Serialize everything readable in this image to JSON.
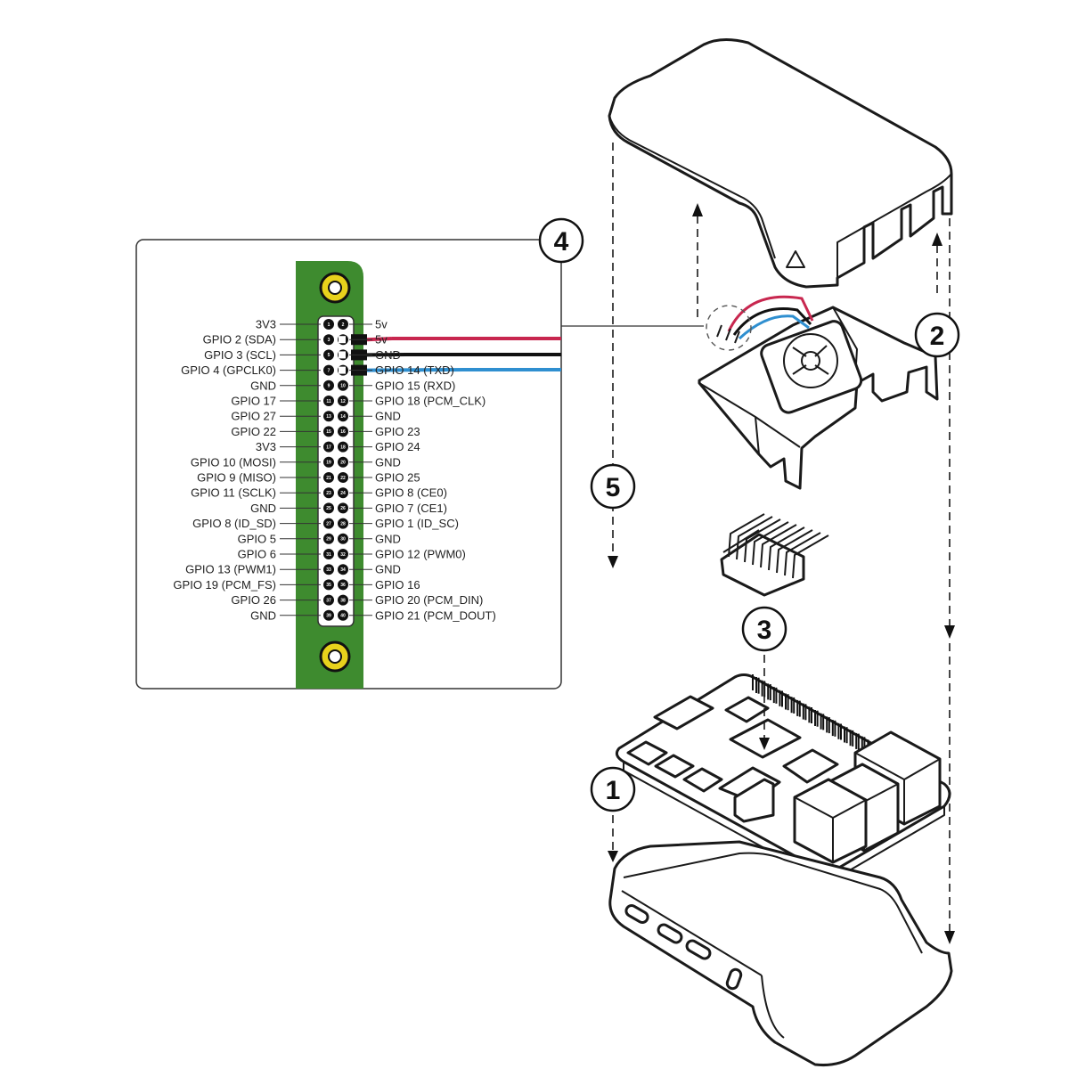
{
  "callouts": [
    "1",
    "2",
    "3",
    "4",
    "5"
  ],
  "gpio": {
    "left_labels": [
      "3V3",
      "GPIO 2 (SDA)",
      "GPIO 3 (SCL)",
      "GPIO 4 (GPCLK0)",
      "GND",
      "GPIO 17",
      "GPIO 27",
      "GPIO 22",
      "3V3",
      "GPIO 10 (MOSI)",
      "GPIO 9 (MISO)",
      "GPIO 11 (SCLK)",
      "GND",
      "GPIO 8 (ID_SD)",
      "GPIO 5",
      "GPIO 6",
      "GPIO 13 (PWM1)",
      "GPIO 19 (PCM_FS)",
      "GPIO 26",
      "GND"
    ],
    "right_labels": [
      "5v",
      "5v",
      "GND",
      "GPIO 14 (TXD)",
      "GPIO 15 (RXD)",
      "GPIO 18 (PCM_CLK)",
      "GND",
      "GPIO 23",
      "GPIO 24",
      "GND",
      "GPIO 25",
      "GPIO 8 (CE0)",
      "GPIO 7 (CE1)",
      "GPIO 1 (ID_SC)",
      "GND",
      "GPIO 12 (PWM0)",
      "GND",
      "GPIO 16",
      "GPIO 20 (PCM_DIN)",
      "GPIO 21 (PCM_DOUT)"
    ],
    "board_color": "#3e8b2f",
    "hole_color": "#e8d21c"
  },
  "wires": [
    {
      "color": "#c8274f"
    },
    {
      "color": "#111111"
    },
    {
      "color": "#2f8fd0"
    }
  ]
}
